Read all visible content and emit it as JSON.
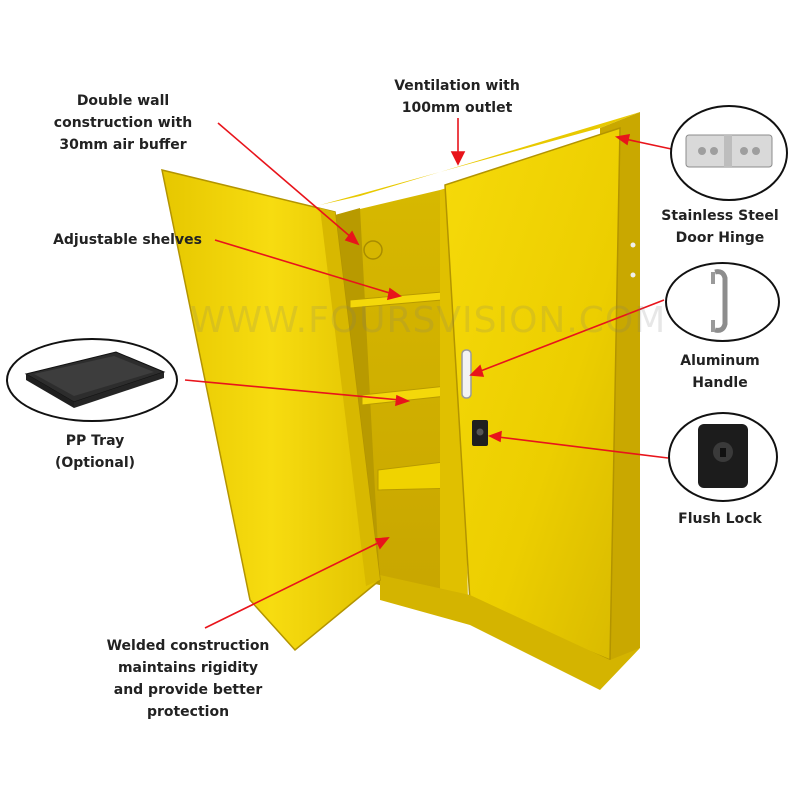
{
  "colors": {
    "cabinet_yellow": "#f2d500",
    "cabinet_shadow": "#c9a800",
    "arrow_red": "#e8141b",
    "text": "#222222"
  },
  "watermark": "WWW.FOURSVISION.COM",
  "callouts": {
    "double_wall": [
      "Double wall",
      "construction with",
      "30mm air buffer"
    ],
    "ventilation": [
      "Ventilation with",
      "100mm outlet"
    ],
    "adjustable_shelves": [
      "Adjustable shelves"
    ],
    "pp_tray": [
      "PP Tray",
      "(Optional)"
    ],
    "welded": [
      "Welded construction",
      "maintains rigidity",
      "and provide better",
      "protection"
    ],
    "hinge": [
      "Stainless Steel",
      "Door Hinge"
    ],
    "handle": [
      "Aluminum",
      "Handle"
    ],
    "lock": [
      "Flush Lock"
    ]
  },
  "insets": {
    "hinge": "hinge-icon",
    "handle": "handle-icon",
    "lock": "lock-icon",
    "tray": "tray-icon"
  }
}
